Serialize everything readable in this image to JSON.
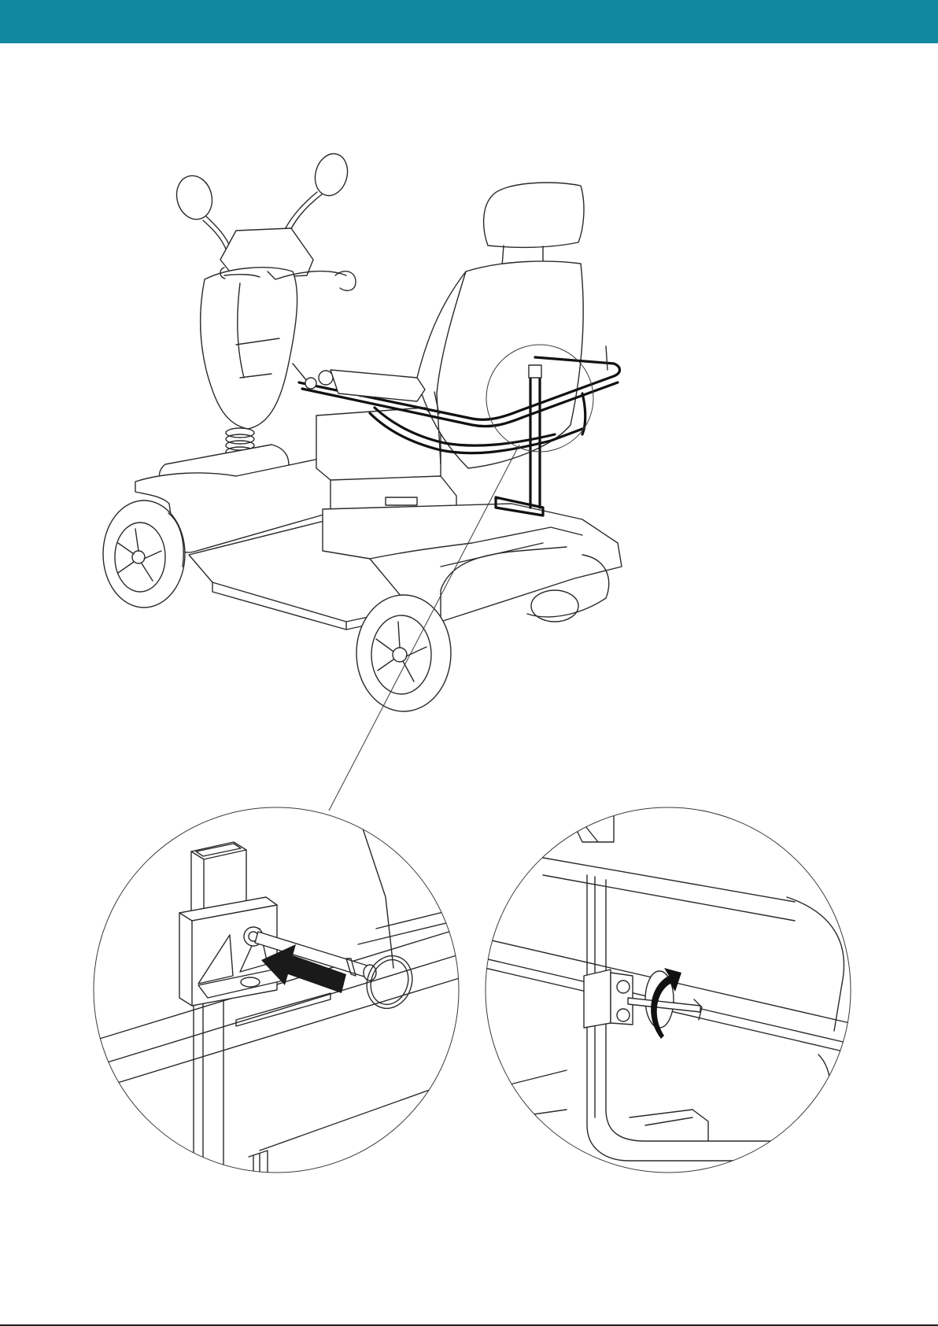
{
  "colors": {
    "header_band": "#12889f",
    "line_art": "#2a2a2a",
    "background": "#ffffff"
  },
  "illustration": {
    "main_view": "mobility-scooter-with-rear-carrier-frame",
    "callout": "circle-detail-at-frame-upright",
    "detail_left": "pin-insertion",
    "detail_right": "pin-rotation-lock"
  },
  "icons": {
    "insert_arrow": "arrow-left-icon",
    "rotate_arrow": "rotate-arrow-icon"
  }
}
